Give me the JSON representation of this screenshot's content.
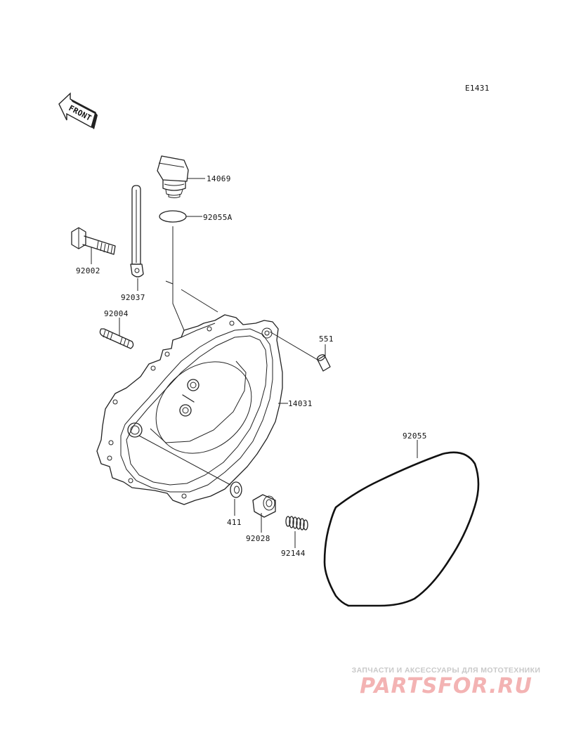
{
  "diagram_code": "E1431",
  "front_marker": "FRONT",
  "parts": [
    {
      "id": "oil-filler-cap",
      "label": "14069"
    },
    {
      "id": "o-ring-small",
      "label": "92055A"
    },
    {
      "id": "bolt",
      "label": "92002"
    },
    {
      "id": "dipstick",
      "label": "92037"
    },
    {
      "id": "stud",
      "label": "92004"
    },
    {
      "id": "dowel-pin",
      "label": "551"
    },
    {
      "id": "clutch-cover",
      "label": "14031"
    },
    {
      "id": "cover-gasket",
      "label": "92055"
    },
    {
      "id": "washer",
      "label": "411"
    },
    {
      "id": "collar",
      "label": "92028"
    },
    {
      "id": "spring",
      "label": "92144"
    }
  ],
  "watermark": {
    "caption": "ЗАПЧАСТИ И АКСЕССУАРЫ ДЛЯ МОТОТЕХНИКИ",
    "logo": "PARTSFOR.RU",
    "color": "#f3b3b3"
  }
}
